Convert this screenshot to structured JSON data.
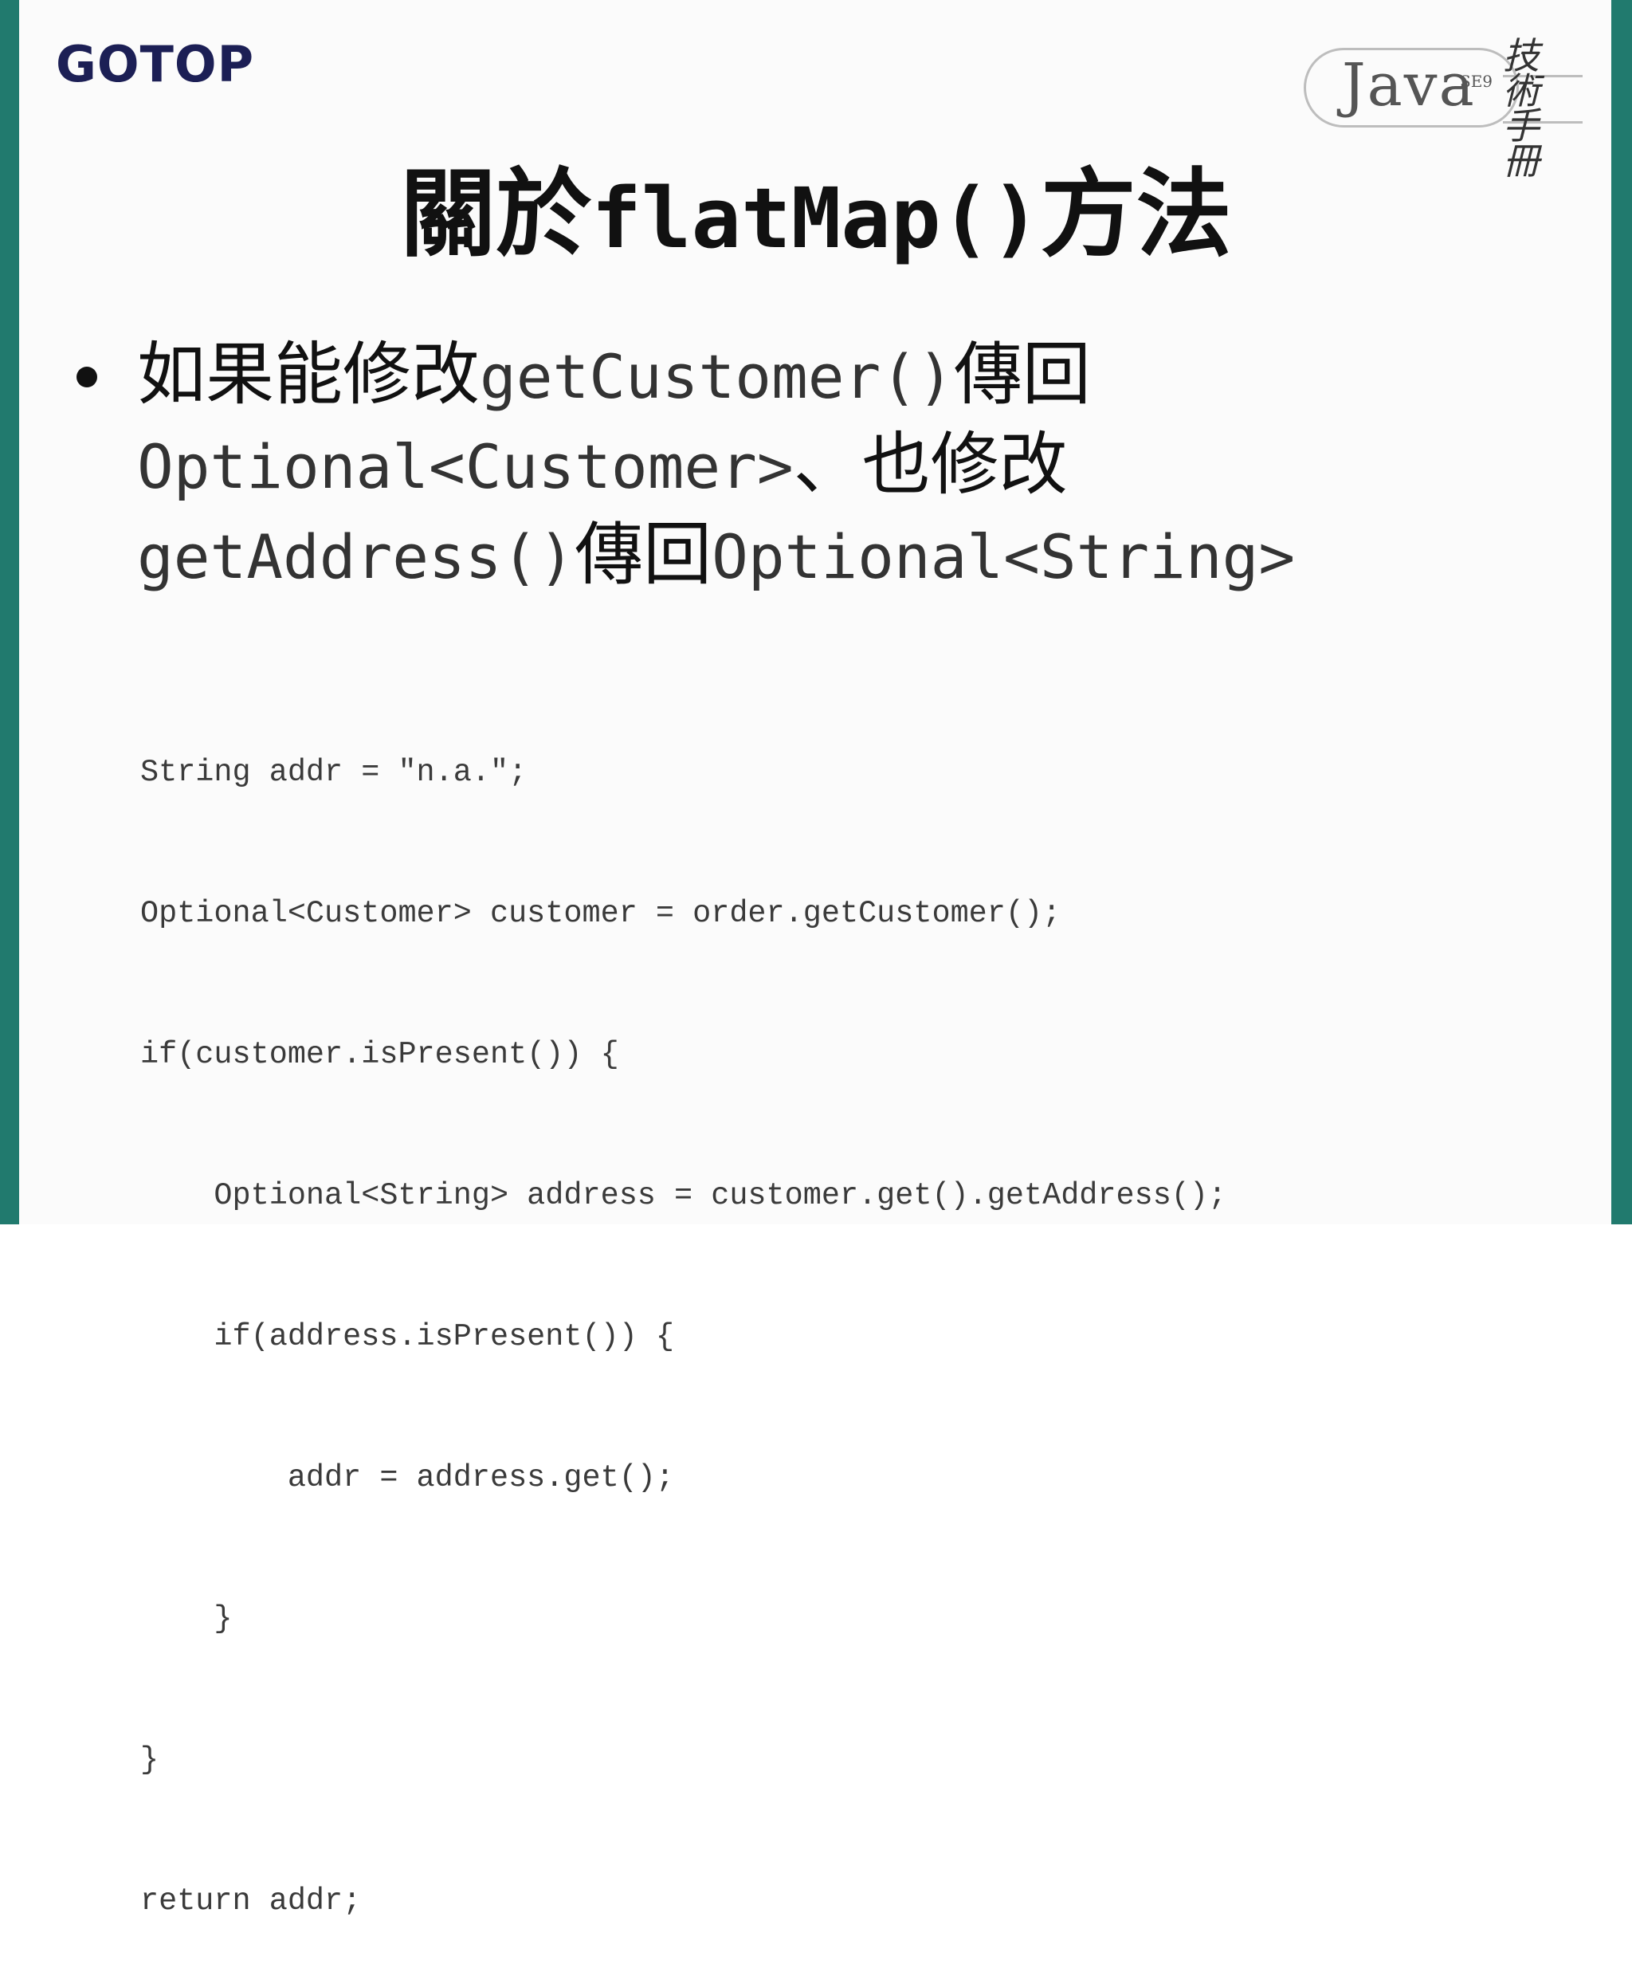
{
  "header": {
    "logo_text": "GOTOP",
    "book_badge": {
      "title": "Java",
      "edition": "SE9",
      "subtitle": "技術手冊"
    }
  },
  "slide": {
    "title": {
      "prefix": "關於",
      "code": "flatMap()",
      "suffix": "方法"
    },
    "bullet": {
      "line1_text": "如果能修改",
      "line1_code": "getCustomer()",
      "line1_text2": "傳回",
      "line2_code": "Optional<Customer>",
      "line2_text": "、也修改",
      "line3_code": "getAddress()",
      "line3_text": "傳回",
      "line3_code2": "Optional<String>"
    },
    "code_lines": [
      "String addr = \"n.a.\";",
      "Optional<Customer> customer = order.getCustomer();",
      "if(customer.isPresent()) {",
      "    Optional<String> address = customer.get().getAddress();",
      "    if(address.isPresent()) {",
      "        addr = address.get();",
      "    }",
      "}",
      "return addr;"
    ]
  },
  "colors": {
    "edge_bar": "#217a6e",
    "logo": "#1c1f55",
    "background": "#fbfbfb"
  }
}
